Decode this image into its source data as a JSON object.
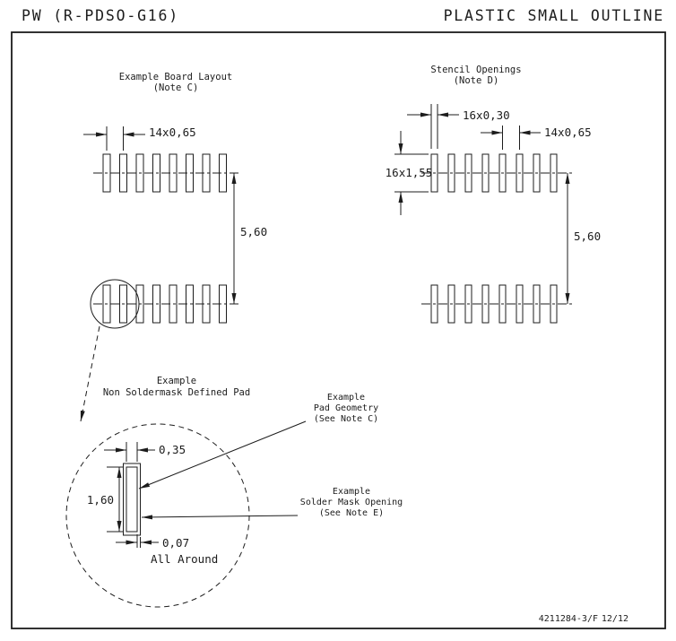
{
  "header": {
    "left": "PW (R-PDSO-G16)",
    "right": "PLASTIC SMALL OUTLINE"
  },
  "board_layout": {
    "title": "Example Board Layout",
    "note": "(Note C)",
    "pitch_dim": "14x0,65",
    "row_spacing_dim": "5,60"
  },
  "stencil": {
    "title": "Stencil Openings",
    "note": "(Note D)",
    "opening_width_dim": "16x0,30",
    "pitch_dim": "14x0,65",
    "opening_length_dim": "16x1,55",
    "row_spacing_dim": "5,60"
  },
  "detail": {
    "title_line1": "Example",
    "title_line2": "Non Soldermask Defined Pad",
    "pad_width_dim": "0,35",
    "pad_length_dim": "1,60",
    "mask_gap_dim": "0,07",
    "mask_gap_note": "All Around",
    "pad_geometry_label": {
      "line1": "Example",
      "line2": "Pad Geometry",
      "line3": "(See Note C)"
    },
    "solder_mask_label": {
      "line1": "Example",
      "line2": "Solder Mask Opening",
      "line3": "(See Note E)"
    }
  },
  "footer": {
    "doc_number": "4211284-3/F",
    "date": "12/12"
  },
  "colors": {
    "ink": "#1c1c1c",
    "paper": "#ffffff"
  }
}
